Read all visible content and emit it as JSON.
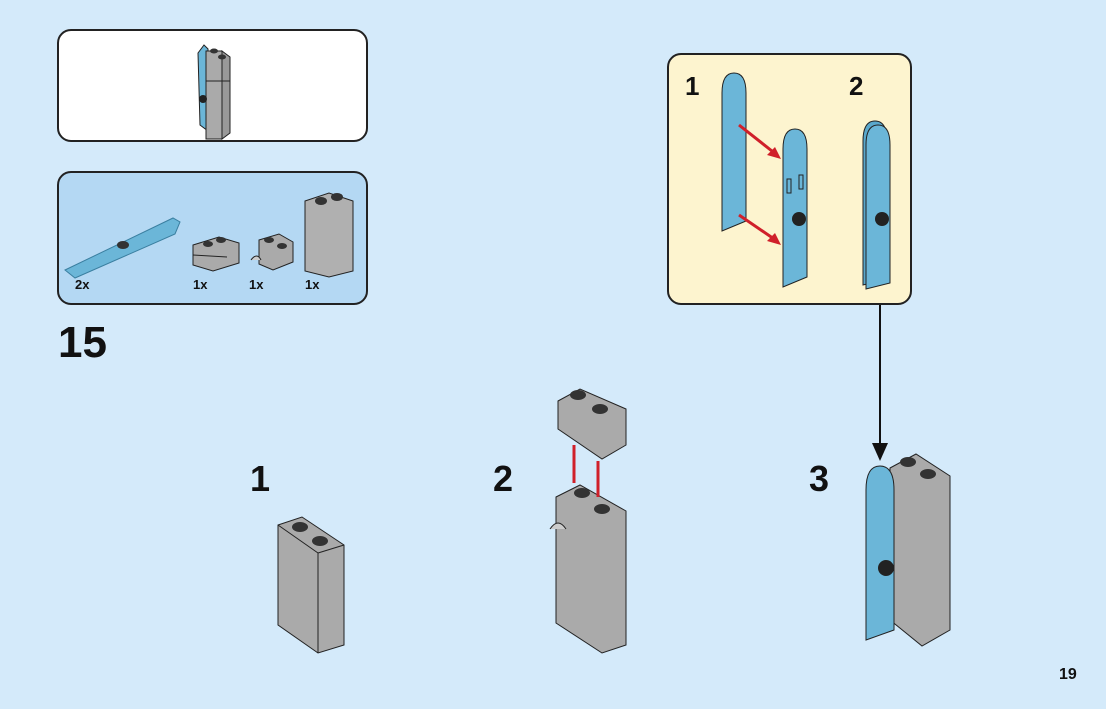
{
  "page": {
    "page_number": "19",
    "step_number": "15",
    "background_color": "#d4eafa"
  },
  "preview_box": {
    "description": "Completed sub-assembly preview",
    "background_color": "#ffffff"
  },
  "parts_list": {
    "background_color": "#b4d8f3",
    "items": [
      {
        "part": "light-blue-ski",
        "quantity": "2x"
      },
      {
        "part": "grey-brick-1x2-masonry",
        "quantity": "1x"
      },
      {
        "part": "grey-brick-1x2-with-clip",
        "quantity": "1x"
      },
      {
        "part": "grey-brick-1x2x3",
        "quantity": "1x"
      }
    ]
  },
  "sub_step_callout": {
    "background_color": "#fdf4cf",
    "steps": [
      {
        "label": "1"
      },
      {
        "label": "2"
      }
    ]
  },
  "main_steps": [
    {
      "label": "1"
    },
    {
      "label": "2"
    },
    {
      "label": "3"
    }
  ],
  "colors": {
    "arrow_red": "#d0202a",
    "brick_grey": "#a9a9a9",
    "ski_blue": "#6bb6d8"
  }
}
